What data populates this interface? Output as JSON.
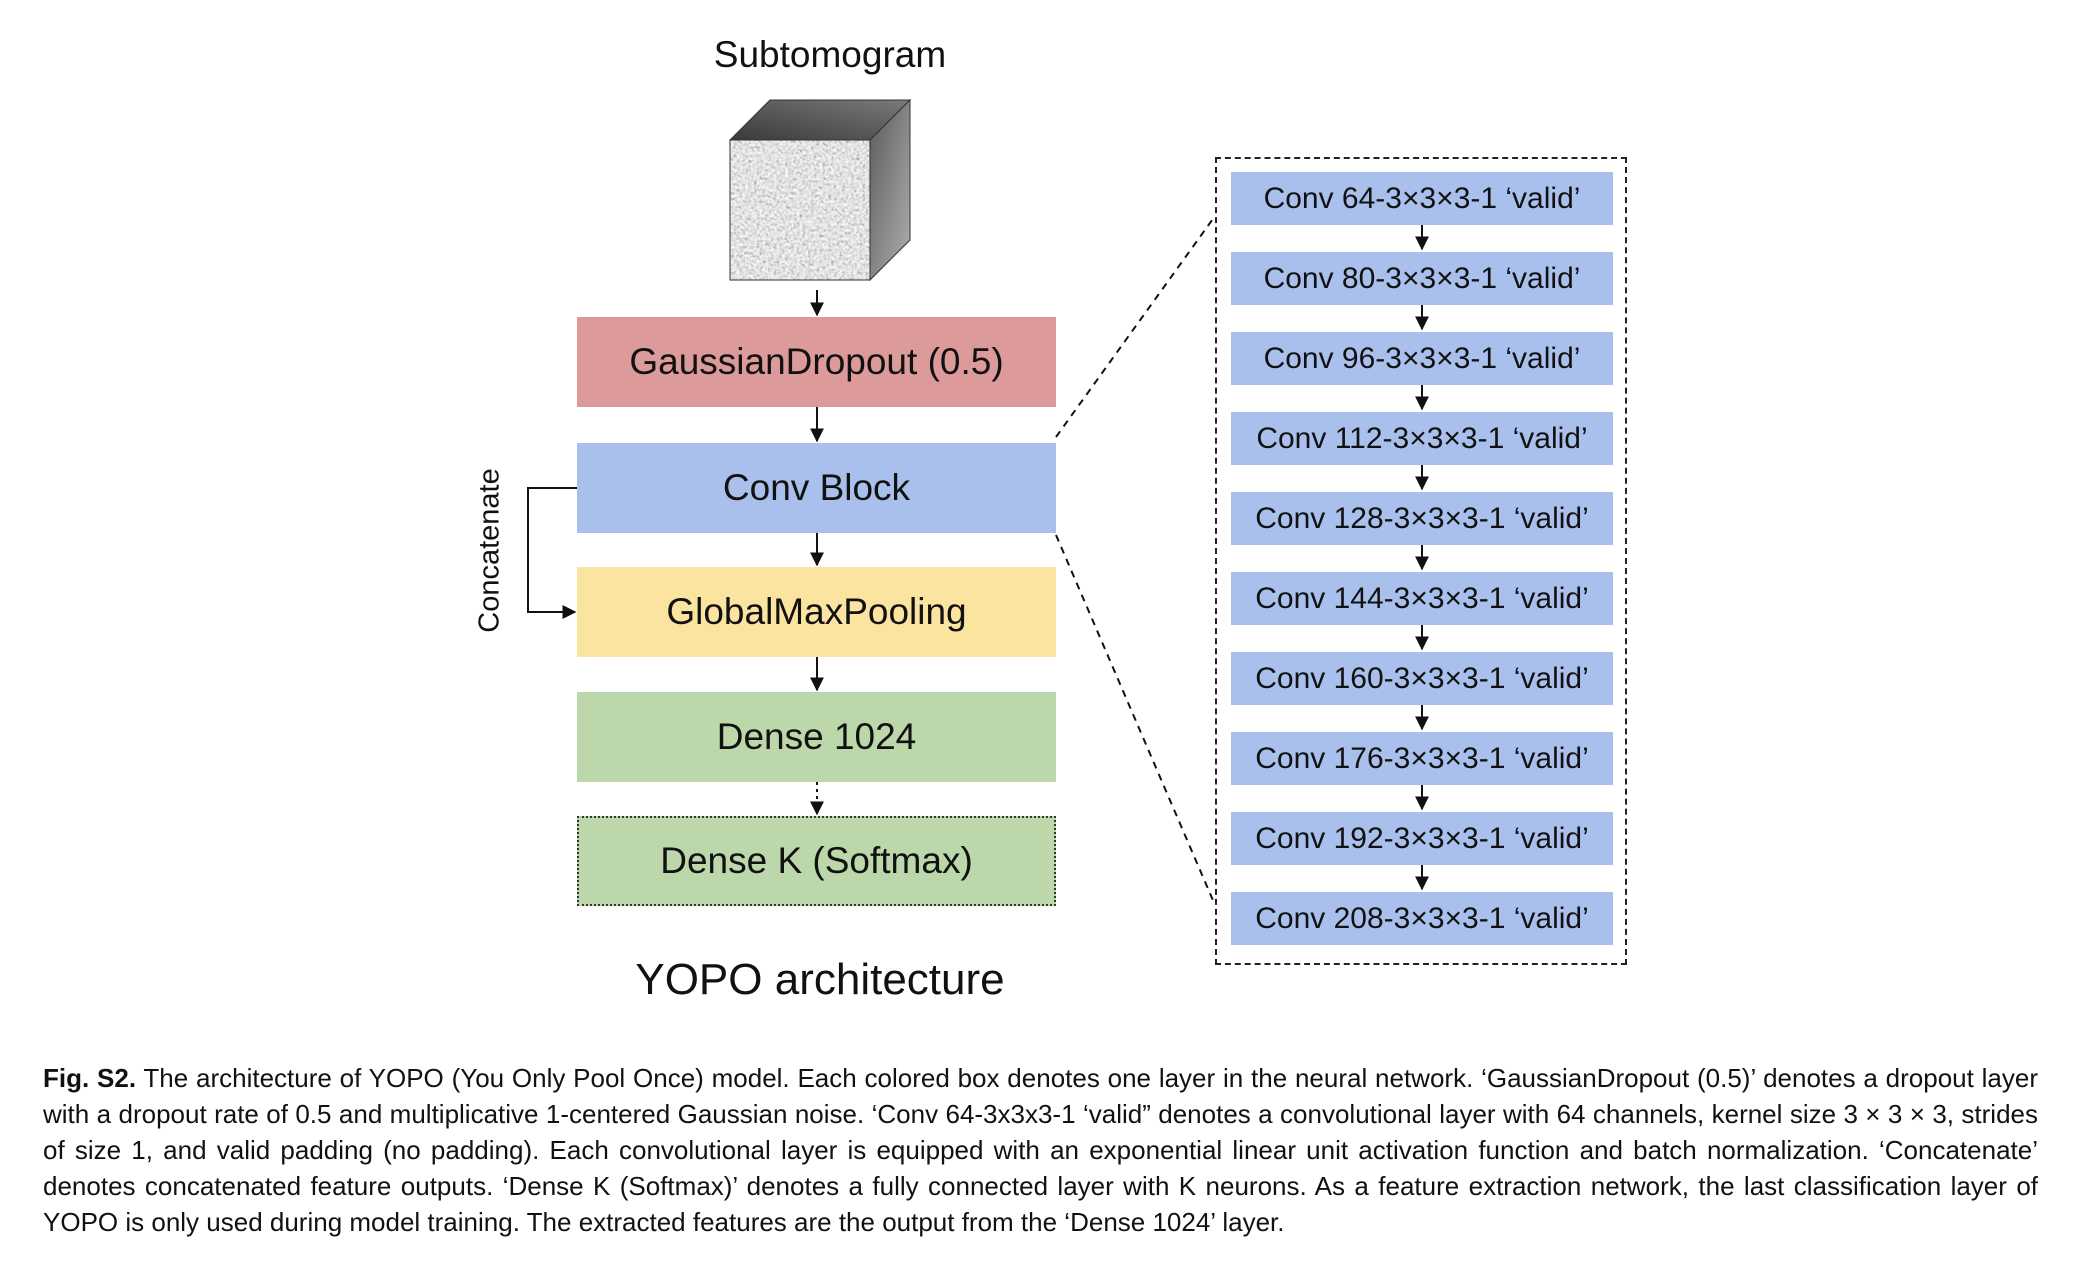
{
  "diagram": {
    "input_label": "Subtomogram",
    "layers": {
      "gaussian": "GaussianDropout (0.5)",
      "conv_block": "Conv Block",
      "pooling": "GlobalMaxPooling",
      "dense": "Dense 1024",
      "softmax": "Dense K (Softmax)"
    },
    "concatenate_label": "Concatenate",
    "title": "YOPO architecture",
    "conv_layers": [
      "Conv 64-3×3×3-1 ‘valid’",
      "Conv 80-3×3×3-1 ‘valid’",
      "Conv 96-3×3×3-1 ‘valid’",
      "Conv 112-3×3×3-1 ‘valid’",
      "Conv 128-3×3×3-1 ‘valid’",
      "Conv 144-3×3×3-1 ‘valid’",
      "Conv 160-3×3×3-1 ‘valid’",
      "Conv 176-3×3×3-1 ‘valid’",
      "Conv 192-3×3×3-1 ‘valid’",
      "Conv 208-3×3×3-1 ‘valid’"
    ],
    "colors": {
      "dropout": "#dd9a9a",
      "conv": "#a9c0ec",
      "pooling": "#fbe3a0",
      "dense": "#bcd8ab"
    }
  },
  "caption": {
    "fig_label": "Fig. S2.",
    "text": "The architecture of YOPO (You Only Pool Once) model. Each colored box denotes one layer in the neural network. ‘GaussianDropout (0.5)’ denotes a dropout layer with a dropout rate of 0.5 and multiplicative 1-centered Gaussian noise. ‘Conv 64-3x3x3-1 ‘valid” denotes a convolutional layer with 64 channels, kernel size 3 × 3 × 3, strides of size 1, and valid padding (no padding). Each convolutional layer is equipped with an exponential linear unit activation function and batch normalization. ‘Concatenate’ denotes concatenated feature outputs. ‘Dense K (Softmax)’ denotes a fully connected layer with K neurons. As a feature extraction network, the last classification layer of YOPO is only used during model training. The extracted features are the output from the ‘Dense 1024’ layer."
  }
}
